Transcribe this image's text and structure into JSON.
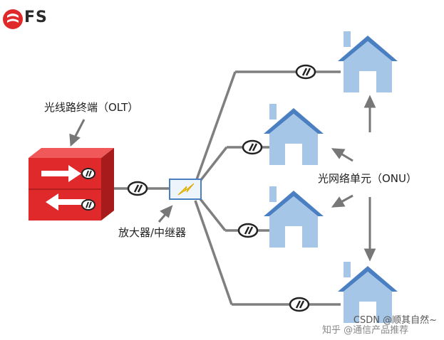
{
  "brand": {
    "logo_text": "FS"
  },
  "labels": {
    "olt": "光线路终端（OLT）",
    "repeater": "放大器/中继器",
    "onu": "光网络单元（ONU）"
  },
  "watermarks": {
    "csdn": "CSDN @顺其自然~",
    "zhihu": "知乎 @通信产品推荐"
  },
  "colors": {
    "brand_red": "#e0292a",
    "line_gray": "#7f7f7f",
    "house_blue": "#a6c6e8",
    "roof_blue": "#4a7fc2",
    "repeater_yellow": "#f5d21e"
  }
}
